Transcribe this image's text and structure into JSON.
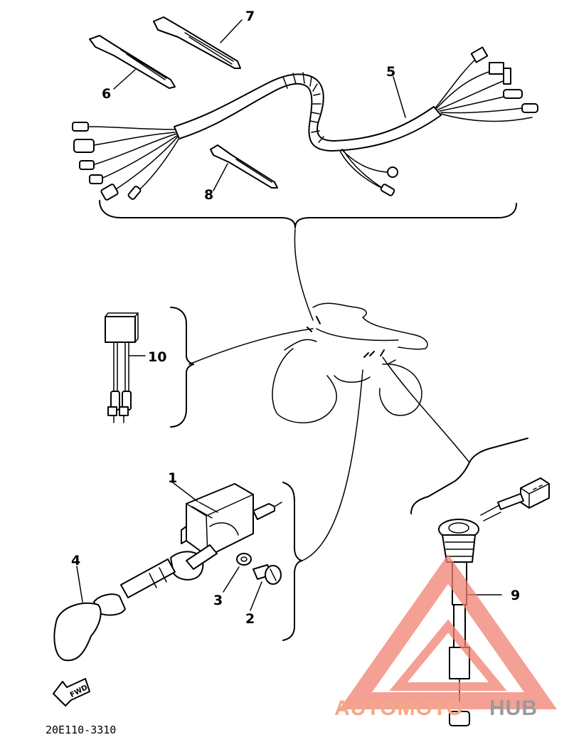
{
  "diagram": {
    "callouts": {
      "c1": "1",
      "c2": "2",
      "c3": "3",
      "c4": "4",
      "c5": "5",
      "c6": "6",
      "c7": "7",
      "c8": "8",
      "c9": "9",
      "c10": "10"
    },
    "fwd_label": "FWD",
    "part_code": "20E110-3310"
  },
  "watermark": {
    "part1": "AUTOMOTO",
    "part2": "HUB",
    "color_light": "#f4a886",
    "color_dark": "#9a9a9a",
    "triangle_color": "#f08070"
  }
}
